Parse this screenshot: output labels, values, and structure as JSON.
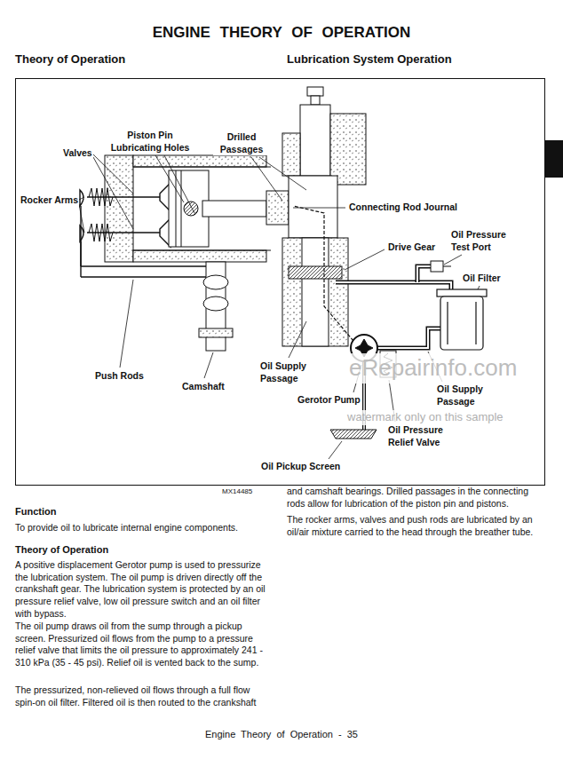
{
  "diagram": {
    "title": "ENGINE THEORY OF OPERATION",
    "labels": [
      "Theory of Operation",
      "Lubrication System Operation",
      "Piston Pin Lubricating Holes",
      "Valves",
      "Drilled Passages",
      "Rocker Arms",
      "Connecting Rod Journal",
      "Oil Pressure Test Port",
      "Drive Gear",
      "Oil Filter",
      "Push Rods",
      "Camshaft",
      "Oil Supply Passage",
      "Gerotor Pump",
      "Oil Supply Passage",
      "Oil Pressure Relief Valve",
      "Oil Pickup Screen",
      "eRepairinfo.com",
      "watermark only on this sample",
      "MX14485",
      "Function",
      "To provide oil to lubricate internal engine components.",
      "Theory of Operation",
      "A positive displacement Gerotor pump is used to pressurize the lubrication system. The oil pump is driven directly off the crankshaft gear. The lubrication system is protected by an oil pressure relief valve, low oil pressure switch and an oil filter with bypass.",
      "The oil pump draws oil from the sump through a pickup screen. Pressurized oil flows from the pump to a pressure relief valve that limits the oil pressure to approximately 241 - 310 kPa (35 - 45 psi). Relief oil is vented back to the sump.",
      "The pressurized, non-relieved oil flows through a full flow spin-on oil filter. Filtered oil is then routed to the crankshaft",
      "and camshaft bearings. Drilled passages in the connecting rods allow for lubrication of the piston pin and pistons.",
      "The rocker arms, valves and push rods are lubricated by an oil/air mixture carried to the head through the breather tube.",
      "Engine Theory of Operation - 35"
    ]
  }
}
